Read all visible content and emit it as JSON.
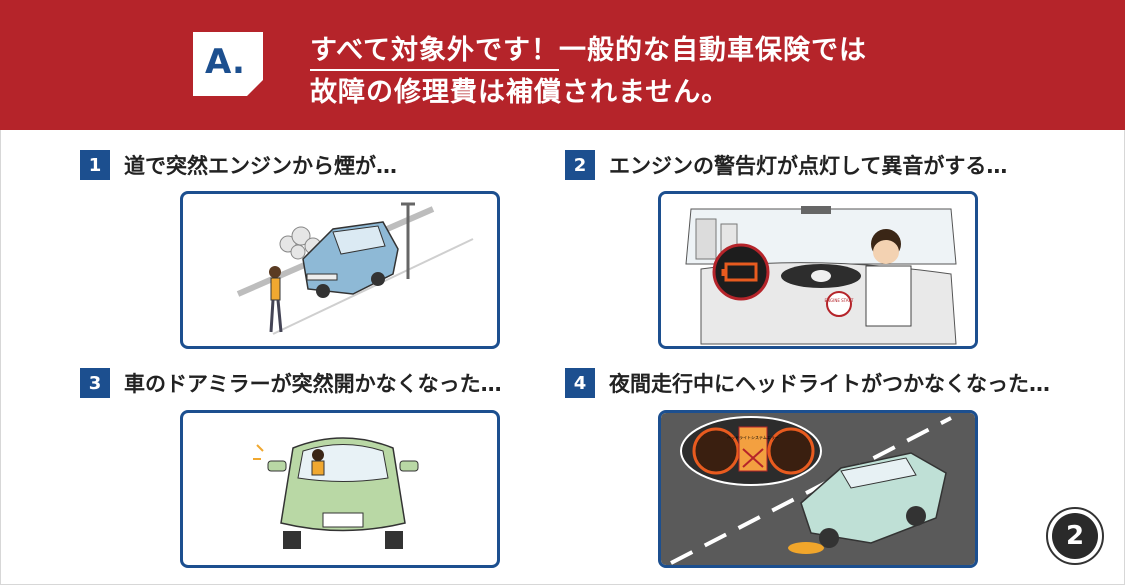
{
  "banner": {
    "badge": "A.",
    "line1_underlined": "すべて対象外です！",
    "line1_rest": "一般的な自動車保険では",
    "line2": "故障の修理費は補償されません。"
  },
  "items": [
    {
      "number": "1",
      "label": "道で突然エンジンから煙が…"
    },
    {
      "number": "2",
      "label": "エンジンの警告灯が点灯して異音がする…"
    },
    {
      "number": "3",
      "label": "車のドアミラーが突然開かなくなった…"
    },
    {
      "number": "4",
      "label": "夜間走行中にヘッドライトがつかなくなった…"
    }
  ],
  "illustration_text": {
    "engine_start_button": "ENGINE START",
    "headlight_error": "ヘッドライトシステムエラー"
  },
  "page_number": "2",
  "colors": {
    "banner": "#b5242a",
    "accent_blue": "#1c4f8f"
  }
}
